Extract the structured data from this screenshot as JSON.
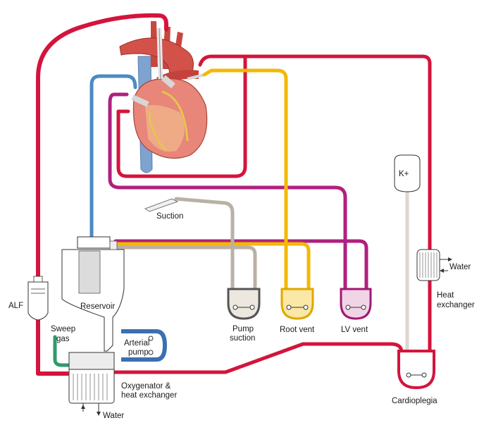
{
  "labels": {
    "suction": "Suction",
    "k_plus": "K+",
    "water_top": "Water",
    "heat_exchanger_line1": "Heat",
    "heat_exchanger_line2": "exchanger",
    "alf": "ALF",
    "reservoir": "Reservoir",
    "sweep_line1": "Sweep",
    "sweep_line2": "gas",
    "arterial_line1": "Arterial",
    "arterial_line2": "pump",
    "pump_suction_line1": "Pump",
    "pump_suction_line2": "suction",
    "root_vent": "Root vent",
    "lv_vent": "LV vent",
    "oxygenator_line1": "Oxygenator &",
    "oxygenator_line2": "heat exchanger",
    "water_bottom": "Water",
    "cardioplegia": "Cardioplegia"
  },
  "colors": {
    "arterial_red": "#d4143c",
    "venous_blue": "#4a8bc4",
    "lv_vent_magenta": "#b0207e",
    "root_vent_yellow": "#f5b800",
    "suction_tan": "#b9b1a6",
    "sweep_green": "#2f9b6b",
    "cardioplegia_line": "#dcd7cf"
  }
}
